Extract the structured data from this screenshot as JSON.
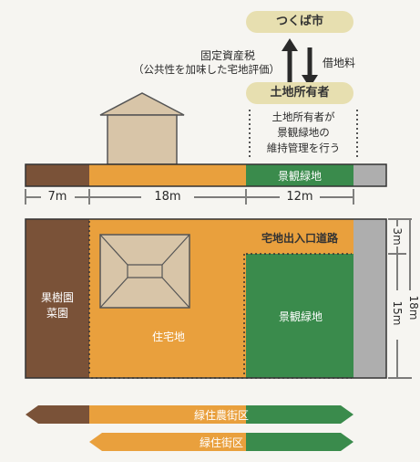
{
  "top_flow": {
    "city": "つくば市",
    "owner": "土地所有者",
    "tax_label": "固定資産税",
    "tax_note": "（公共性を加味した宅地評価）",
    "rent_label": "借地料",
    "maintenance_lines": [
      "土地所有者が",
      "景観緑地の",
      "維持管理を行う"
    ]
  },
  "section_strip": {
    "green_label": "景観緑地"
  },
  "dimensions": {
    "widths": [
      "7m",
      "18m",
      "12m"
    ],
    "heights": [
      "3m",
      "15m",
      "18m"
    ]
  },
  "plan": {
    "orchard_lines": [
      "果樹園",
      "菜園"
    ],
    "residential": "住宅地",
    "access_road": "宅地出入口道路",
    "green": "景観緑地"
  },
  "zones": {
    "agri_zone": "緑住農街区",
    "res_zone": "緑住街区"
  },
  "colors": {
    "orchard_brown": "#7a5238",
    "residential_orange": "#e9a03d",
    "green": "#3a8b4c",
    "road_gray": "#aeaeae",
    "pill": "#e7dfb0"
  }
}
